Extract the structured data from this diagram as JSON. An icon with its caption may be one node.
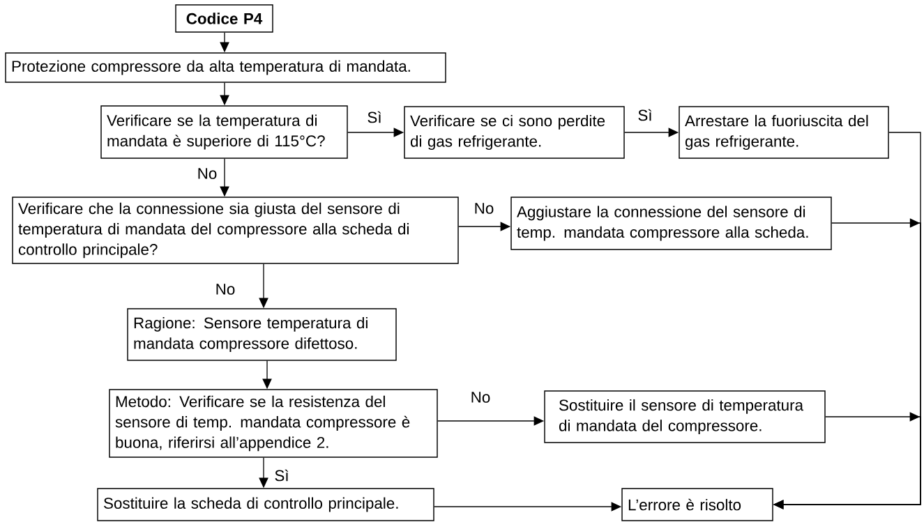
{
  "diagram": {
    "nodes": [
      {
        "text": [
          "Codice P4"
        ]
      },
      {
        "text": [
          "Protezione compressore da alta temperatura di mandata."
        ]
      },
      {
        "text": [
          "Verificare se la temperatura di mandata è superiore di 115°C?"
        ]
      },
      {
        "text": [
          "Verificare se ci sono perdite di gas refrigerante."
        ]
      },
      {
        "text": [
          "Arrestare la fuoriuscita del gas refrigerante."
        ]
      },
      {
        "text": [
          "Verificare che la connessione sia giusta del sensore di temperatura di mandata del compressore alla scheda di controllo principale?"
        ]
      },
      {
        "text": [
          "Aggiustare la connessione del sensore di temp. mandata compressore alla scheda."
        ]
      },
      {
        "text": [
          "Ragione: Sensore temperatura di mandata compressore difettoso."
        ]
      },
      {
        "text": [
          "Metodo: Verificare se la resistenza del sensore di temp. mandata compressore è buona, riferirsi all’appendice 2."
        ]
      },
      {
        "text": [
          "Sostituire il sensore di temperatura di mandata del compressore."
        ]
      },
      {
        "text": [
          "Sostituire la scheda di controllo principale."
        ]
      },
      {
        "text": [
          "L’errore è risolto"
        ]
      }
    ],
    "edges": [
      {
        "from": 0,
        "to": 1,
        "arrow": "to"
      },
      {
        "from": 1,
        "to": 2,
        "arrow": "to"
      },
      {
        "from": 2,
        "to": 3,
        "arrow": "to",
        "label": "Sì"
      },
      {
        "from": 3,
        "to": 4,
        "arrow": "to",
        "label": "Sì"
      },
      {
        "from": 2,
        "to": 5,
        "arrow": "to",
        "label": "No"
      },
      {
        "from": 5,
        "to": 6,
        "arrow": "to",
        "label": "No"
      },
      {
        "from": 5,
        "to": 7,
        "arrow": "to",
        "label": "No"
      },
      {
        "from": 7,
        "to": 8,
        "arrow": "to"
      },
      {
        "from": 8,
        "to": 9,
        "arrow": "to",
        "label": "No"
      },
      {
        "from": 8,
        "to": 10,
        "arrow": "to",
        "label": "Sì"
      },
      {
        "from": 10,
        "to": 11,
        "arrow": "to"
      },
      {
        "from": 4,
        "to": 11,
        "arrow": "to"
      },
      {
        "from": 6,
        "to": 11,
        "arrow": "to"
      },
      {
        "from": 9,
        "to": 11,
        "arrow": "to"
      }
    ]
  }
}
